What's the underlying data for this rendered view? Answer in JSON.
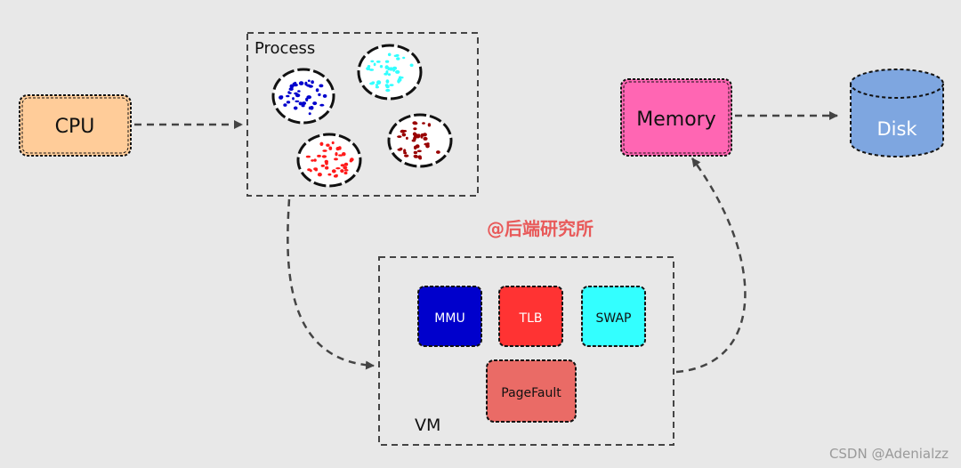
{
  "nodes": {
    "cpu": {
      "label": "CPU",
      "fill": "#ffcc99"
    },
    "process": {
      "label": "Process"
    },
    "memory": {
      "label": "Memory",
      "fill": "#ff66b3"
    },
    "disk": {
      "label": "Disk",
      "fill": "#7ea6e0"
    },
    "vm": {
      "label": "VM"
    },
    "mmu": {
      "label": "MMU",
      "fill": "#0000cc"
    },
    "tlb": {
      "label": "TLB",
      "fill": "#ff3333"
    },
    "swap": {
      "label": "SWAP",
      "fill": "#33ffff"
    },
    "pagefault": {
      "label": "PageFault",
      "fill": "#ea6b66"
    }
  },
  "process_blobs": [
    {
      "name": "blue-process",
      "dot_color": "#0000cc"
    },
    {
      "name": "cyan-process",
      "dot_color": "#33ffff"
    },
    {
      "name": "red-process",
      "dot_color": "#ff1a1a"
    },
    {
      "name": "darkred-process",
      "dot_color": "#990000"
    }
  ],
  "watermark": "@后端研究所",
  "credit": "CSDN @Adenialzz",
  "colors": {
    "background": "#e8e8e8",
    "line": "#444444",
    "watermark": "#e85a5a",
    "credit": "#9a9a9a"
  }
}
